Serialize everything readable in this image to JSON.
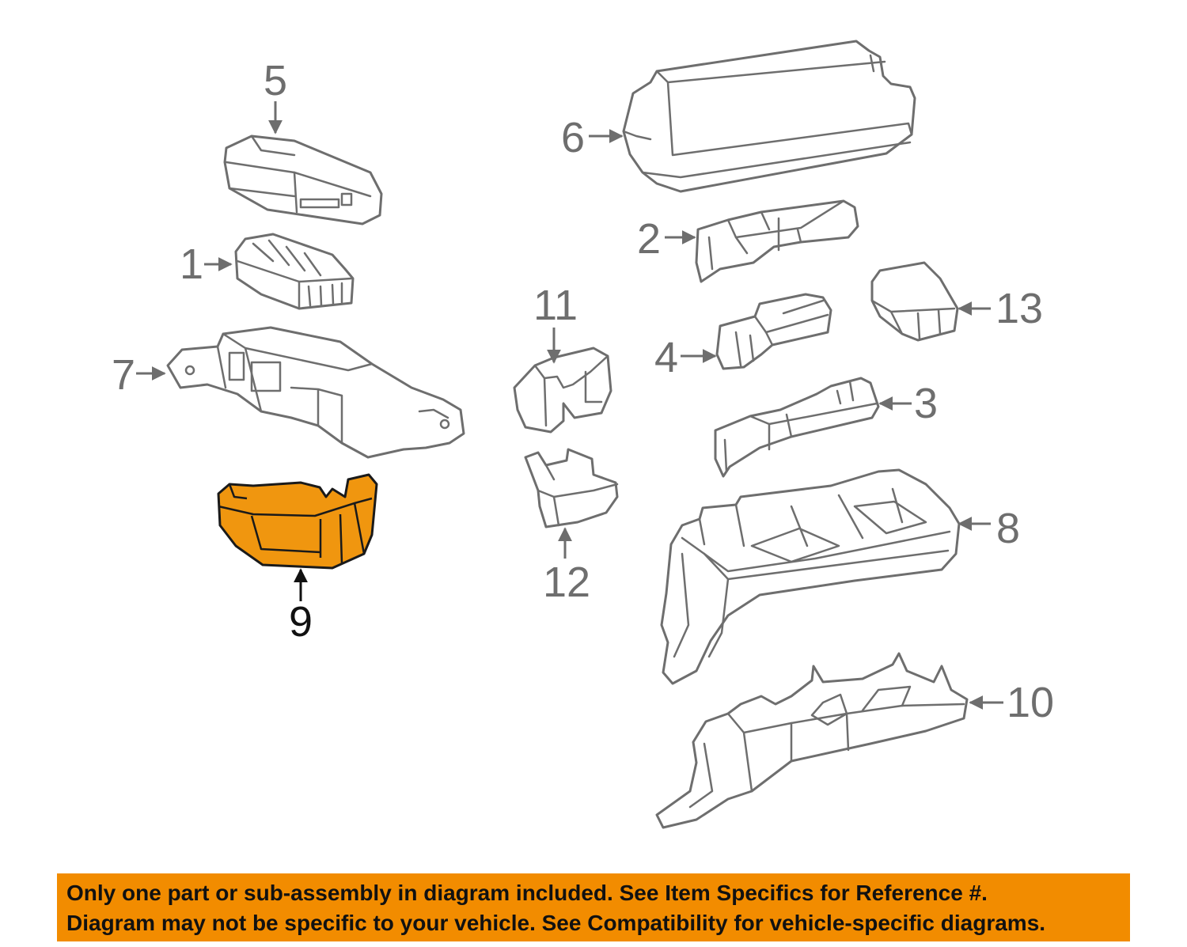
{
  "diagram": {
    "highlighted_part": "9",
    "callouts": {
      "c1": "1",
      "c2": "2",
      "c3": "3",
      "c4": "4",
      "c5": "5",
      "c6": "6",
      "c7": "7",
      "c8": "8",
      "c9": "9",
      "c10": "10",
      "c11": "11",
      "c12": "12",
      "c13": "13"
    },
    "colors": {
      "line_art": "#6e6e6e",
      "highlight_fill": "#f0960f",
      "banner_fill": "#f28c00",
      "banner_text": "#111111"
    }
  },
  "notice": {
    "line1": "Only one part or sub-assembly in diagram included. See Item Specifics for Reference #.",
    "line2": "Diagram may not be specific to your vehicle. See Compatibility for vehicle-specific diagrams."
  }
}
